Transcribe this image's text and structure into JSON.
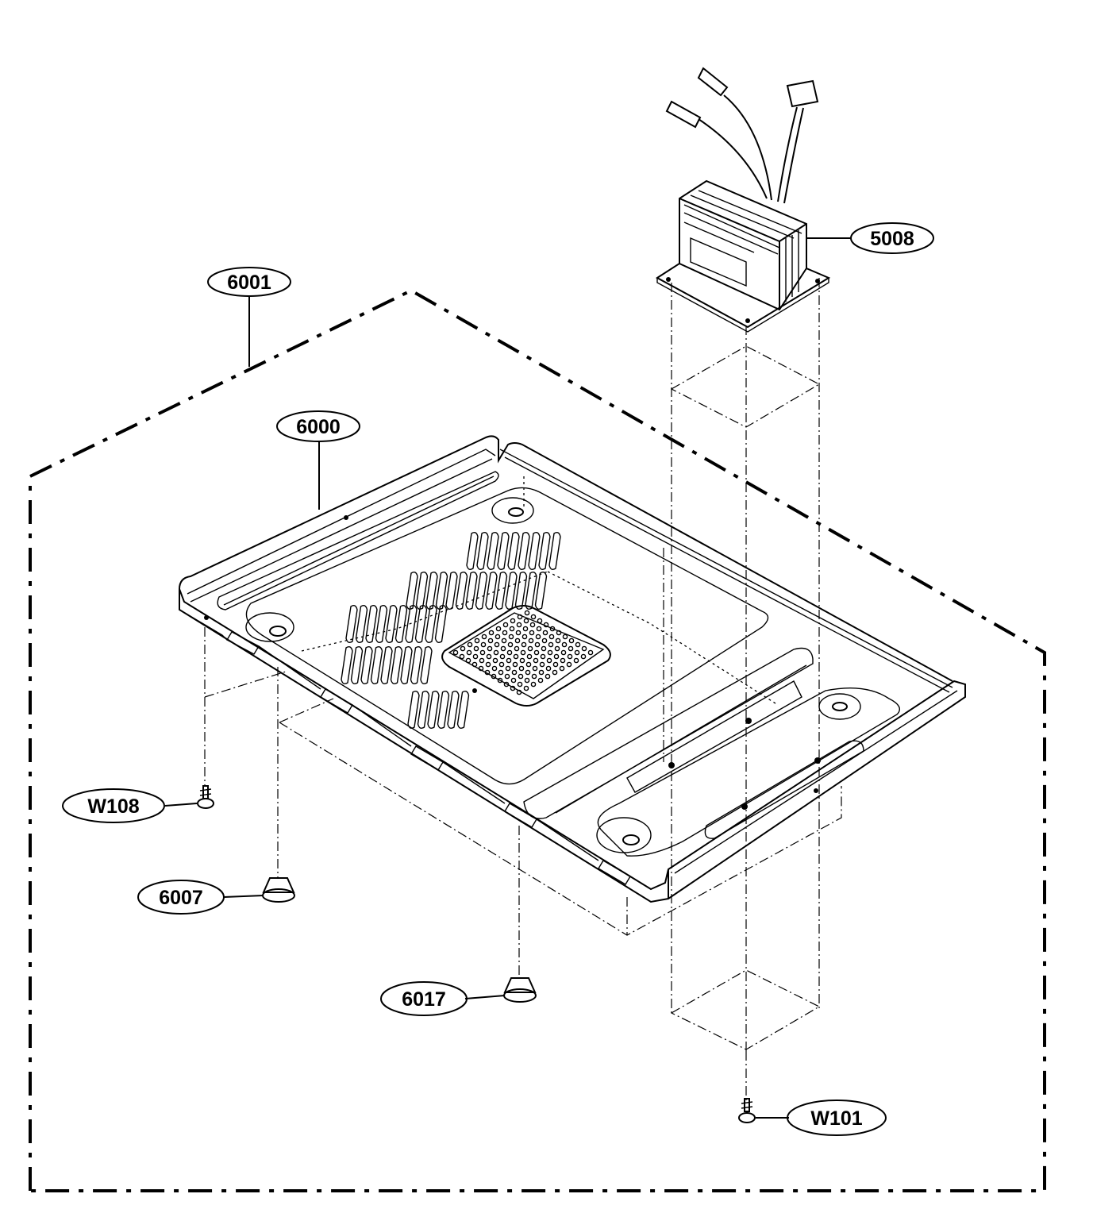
{
  "callouts": {
    "c6001": "6001",
    "c6000": "6000",
    "c5008": "5008",
    "cW108": "W108",
    "c6007": "6007",
    "c6017": "6017",
    "cW101": "W101"
  }
}
